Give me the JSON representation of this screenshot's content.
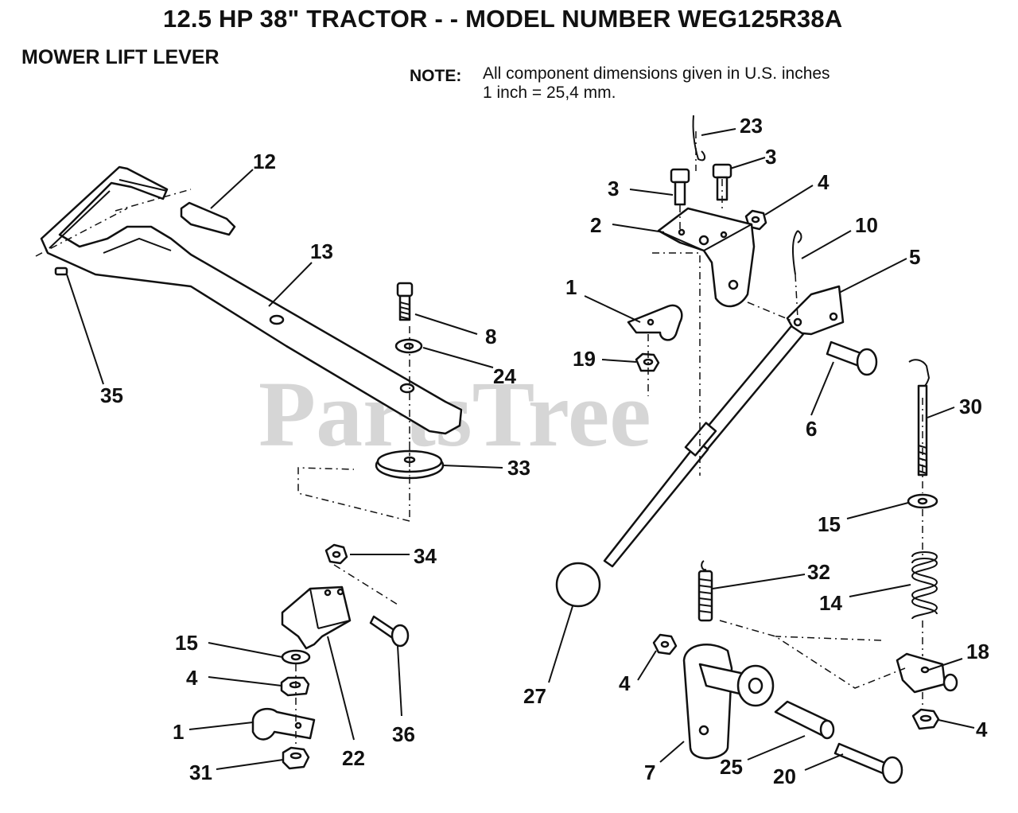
{
  "header": {
    "title": "12.5 HP 38\" TRACTOR - - MODEL NUMBER WEG125R38A",
    "section": "MOWER LIFT LEVER"
  },
  "note": {
    "label": "NOTE:",
    "line1": "All component dimensions given in U.S. inches",
    "line2": "1 inch = 25,4 mm."
  },
  "watermark": "PartsTree",
  "callouts": {
    "c1a": "1",
    "c1b": "1",
    "c2": "2",
    "c3a": "3",
    "c3b": "3",
    "c4a": "4",
    "c4b": "4",
    "c4c": "4",
    "c4d": "4",
    "c5": "5",
    "c6": "6",
    "c7": "7",
    "c8": "8",
    "c10": "10",
    "c12": "12",
    "c13": "13",
    "c14": "14",
    "c15a": "15",
    "c15b": "15",
    "c18": "18",
    "c19": "19",
    "c20": "20",
    "c22": "22",
    "c23": "23",
    "c24": "24",
    "c25": "25",
    "c27": "27",
    "c30": "30",
    "c31": "31",
    "c32": "32",
    "c33": "33",
    "c34": "34",
    "c35": "35",
    "c36": "36"
  }
}
